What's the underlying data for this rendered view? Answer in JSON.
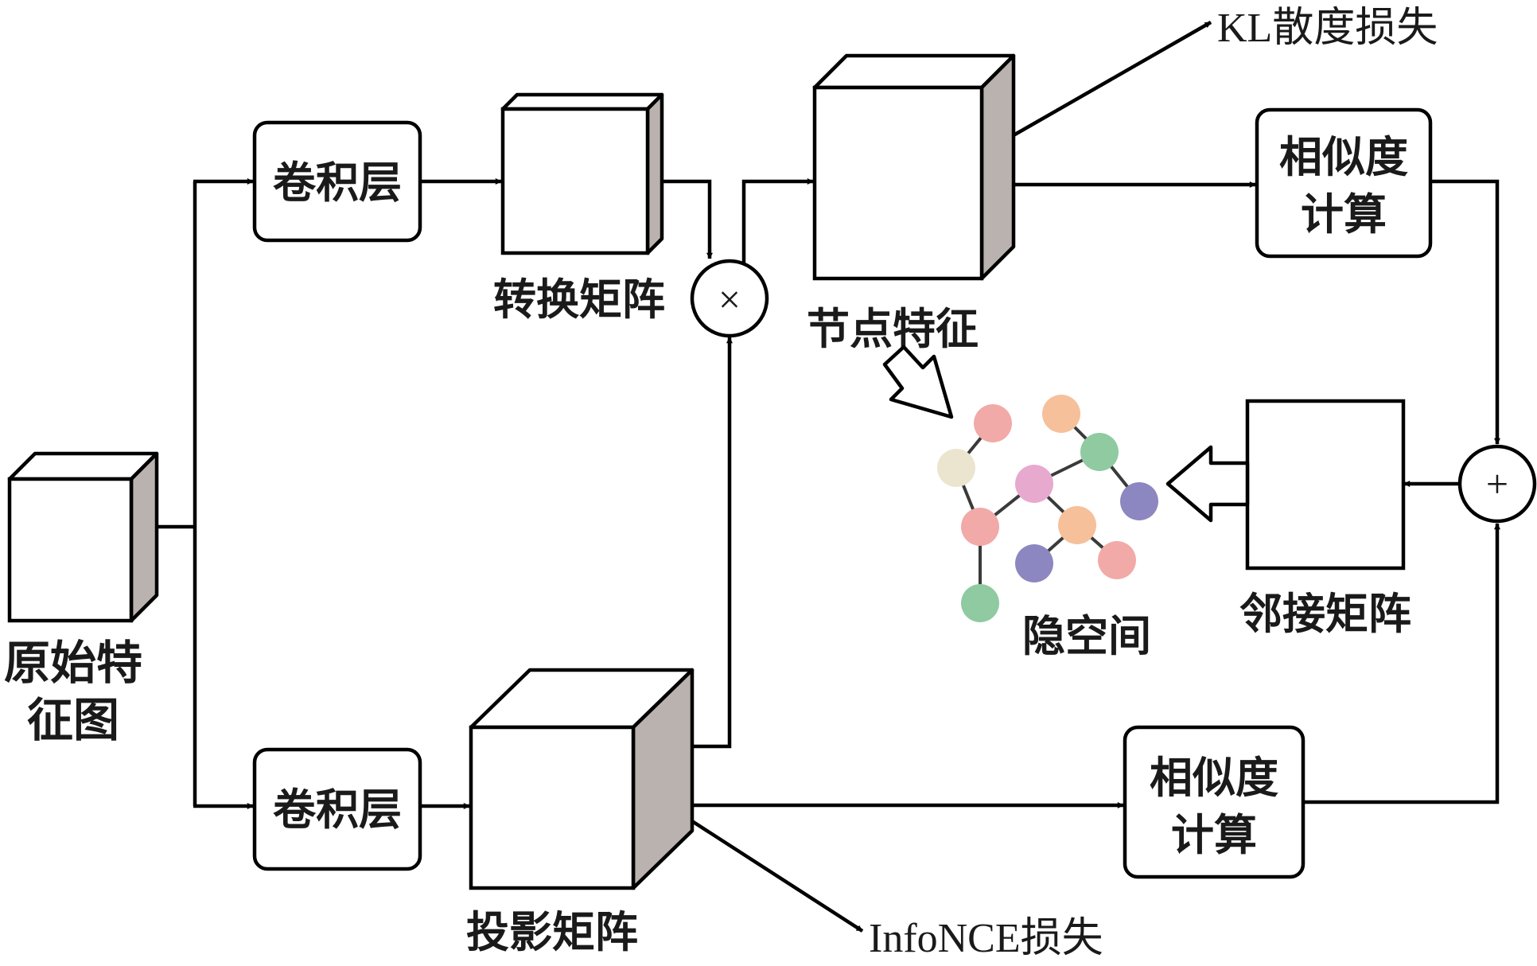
{
  "labels": {
    "original_feature_map_line1": "原始特",
    "original_feature_map_line2": "征图",
    "conv_top": "卷积层",
    "conv_bottom": "卷积层",
    "transform_matrix": "转换矩阵",
    "projection_matrix": "投影矩阵",
    "node_features": "节点特征",
    "kl_loss": "KL散度损失",
    "similarity_top_line1": "相似度",
    "similarity_top_line2": "计算",
    "similarity_bottom_line1": "相似度",
    "similarity_bottom_line2": "计算",
    "adjacency_matrix": "邻接矩阵",
    "latent_space": "隐空间",
    "infonce_loss": "InfoNCE损失",
    "multiply_symbol": "×",
    "add_symbol": "+"
  },
  "graph_node_colors": {
    "pink": "#f1aaa8",
    "orange": "#f6c09a",
    "green": "#8fcaa1",
    "cream": "#ebe5cf",
    "magenta": "#e8a9cf",
    "purple": "#8c87c0"
  },
  "colors": {
    "cube_side": "#b9b2ae",
    "stroke": "#000000"
  }
}
